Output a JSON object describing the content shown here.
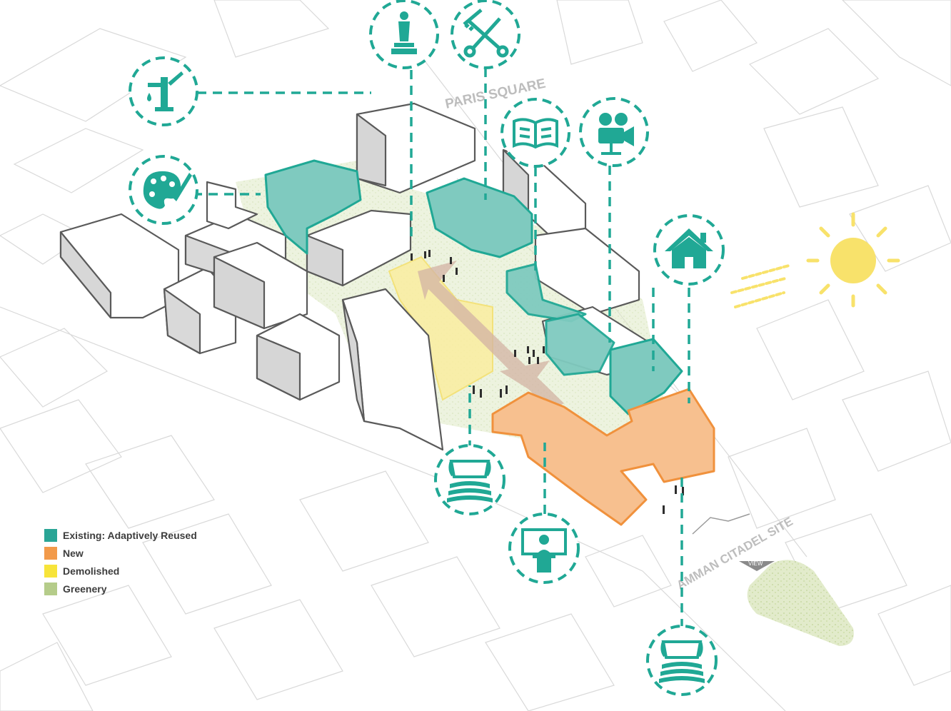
{
  "labels": {
    "paris_square": "PARIS SQUARE",
    "citadel": "AMMAN CITADEL SITE",
    "view": "VIEW"
  },
  "legend": [
    {
      "label": "Existing: Adaptively Reused",
      "color": "#2aa596",
      "key": "existing"
    },
    {
      "label": "New",
      "color": "#f29a4a",
      "key": "new"
    },
    {
      "label": "Demolished",
      "color": "#f7e43a",
      "key": "demolished"
    },
    {
      "label": "Greenery",
      "color": "#b5cc8a",
      "key": "greenery"
    }
  ],
  "icons": [
    {
      "name": "water-pump-icon"
    },
    {
      "name": "statue-icon"
    },
    {
      "name": "barber-tools-icon"
    },
    {
      "name": "book-icon"
    },
    {
      "name": "movie-camera-icon"
    },
    {
      "name": "palette-icon"
    },
    {
      "name": "house-icon"
    },
    {
      "name": "theater-seating-icon"
    },
    {
      "name": "lecture-podium-icon"
    },
    {
      "name": "theater-seating-icon"
    },
    {
      "name": "sun-icon"
    }
  ],
  "colors": {
    "accent": "#20a895",
    "teal_fill": "#7fcabf",
    "orange_fill": "#f7c08f",
    "orange_stroke": "#f0913c",
    "yellow_fill": "#fbeea0",
    "sun": "#f8e26b",
    "outline": "#555555"
  }
}
